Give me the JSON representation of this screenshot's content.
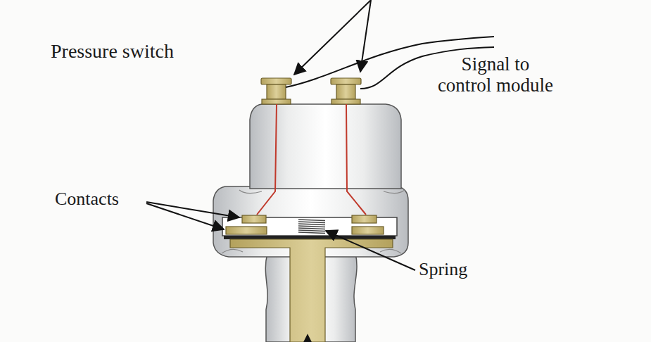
{
  "diagram": {
    "title": "Pressure switch",
    "labels": [
      "Signal to control module",
      "Contacts",
      "Spring"
    ]
  }
}
